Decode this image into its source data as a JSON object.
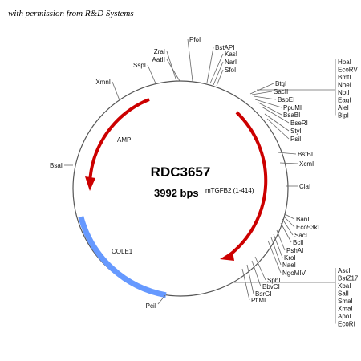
{
  "credit": "with permission from R&D Systems",
  "plasmid": {
    "name": "RDC3657",
    "size": "3992 bps",
    "insert": "mTGFB2 (1-414)"
  },
  "features": [
    {
      "label": "AMP",
      "type": "arrow",
      "color": "#cc0000"
    },
    {
      "label": "",
      "type": "arrow",
      "color": "#cc0000"
    },
    {
      "label": "COLE1",
      "type": "arc",
      "color": "#6699ff"
    }
  ],
  "sites": {
    "top": [
      "PfoI",
      "BstAPI",
      "KasI",
      "NarI",
      "SfoI",
      "ZraI",
      "AatII",
      "SspI",
      "XmnI"
    ],
    "right_group1": [
      "HpaI",
      "EcoRV",
      "BmtI",
      "NheI",
      "NotI",
      "EagI",
      "AleI",
      "BlpI"
    ],
    "right_inner": [
      "BtgI",
      "SacII",
      "BspEI",
      "PpuMI",
      "BsaBI",
      "BseRI",
      "StyI",
      "PsiI",
      "BstBI",
      "XcmI",
      "ClaI",
      "BanII",
      "Eco53kI",
      "SacI",
      "BclI",
      "PshAI",
      "KroI",
      "NaeI",
      "NgoMIV",
      "SphI",
      "BbvCI",
      "BsrGI",
      "PflMI"
    ],
    "right_group2": [
      "AscI",
      "BstZ17I",
      "XbaI",
      "SalI",
      "SmaI",
      "XmaI",
      "ApoI",
      "EcoRI"
    ],
    "left": [
      "BsaI",
      "PciI"
    ]
  }
}
